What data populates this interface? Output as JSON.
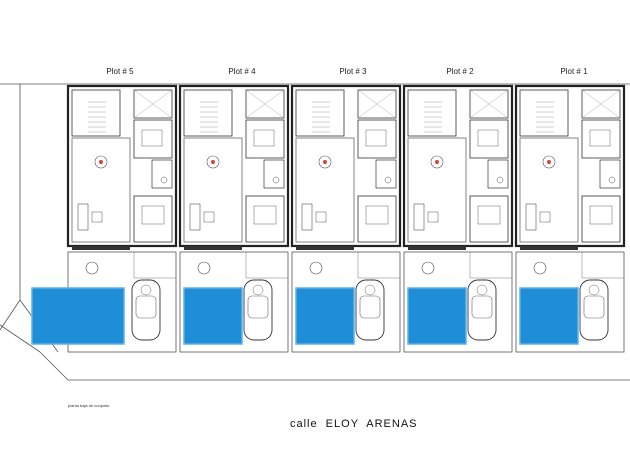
{
  "plots": [
    {
      "label": "Plot # 5"
    },
    {
      "label": "Plot # 4"
    },
    {
      "label": "Plot # 3"
    },
    {
      "label": "Plot # 2"
    },
    {
      "label": "Plot # 1"
    }
  ],
  "street_label": "calle  ELOY  ARENAS",
  "caption": "planta baja de conjunto",
  "colors": {
    "pool": "#1e8fd6",
    "pool_edge": "#5ab2e8",
    "line": "#333333"
  }
}
